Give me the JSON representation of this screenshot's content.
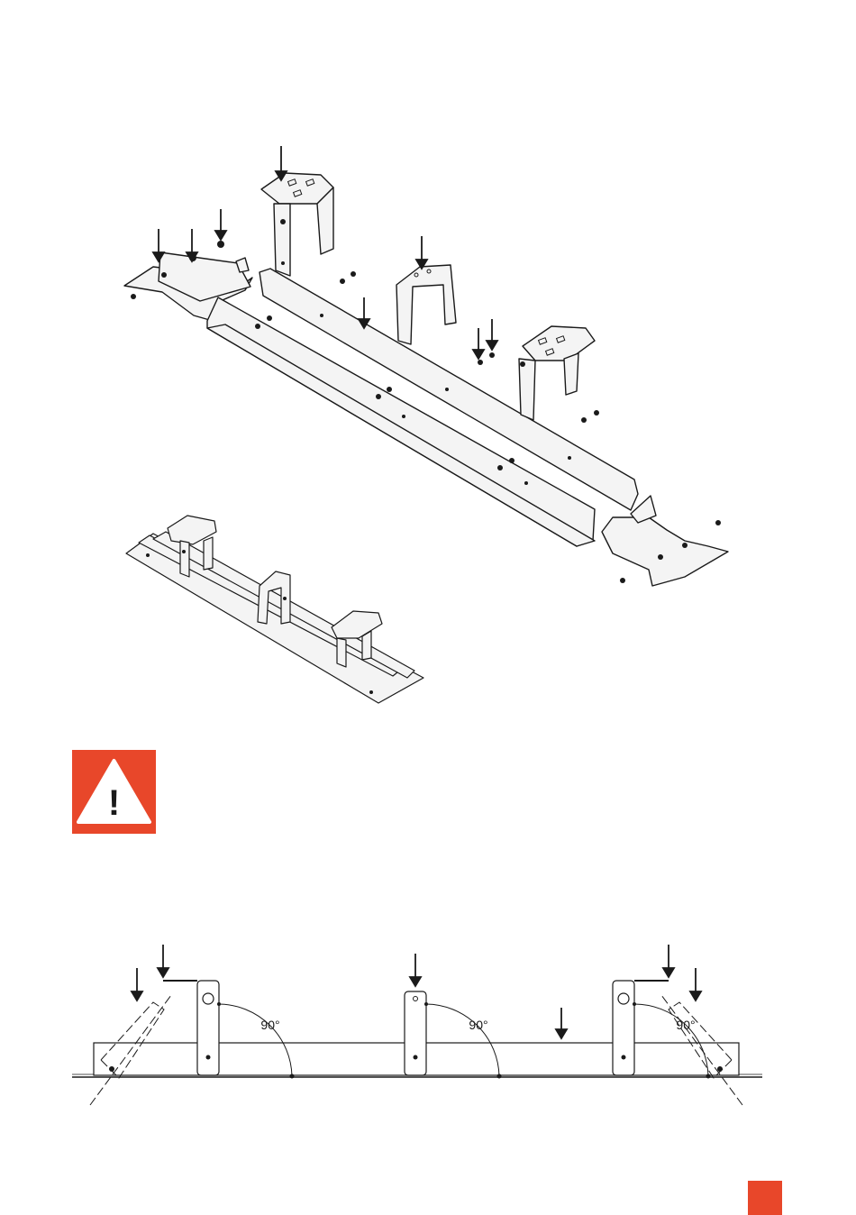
{
  "colors": {
    "accent": "#e8472a",
    "line": "#1a1a1a",
    "fill_light": "#f4f4f4",
    "background": "#ffffff"
  },
  "warning": {
    "icon": "warning-triangle-icon",
    "glyph": "!"
  },
  "side_view": {
    "angle_labels": [
      "90°",
      "90°",
      "90°"
    ]
  },
  "page_marker": {
    "color": "#e8472a"
  }
}
